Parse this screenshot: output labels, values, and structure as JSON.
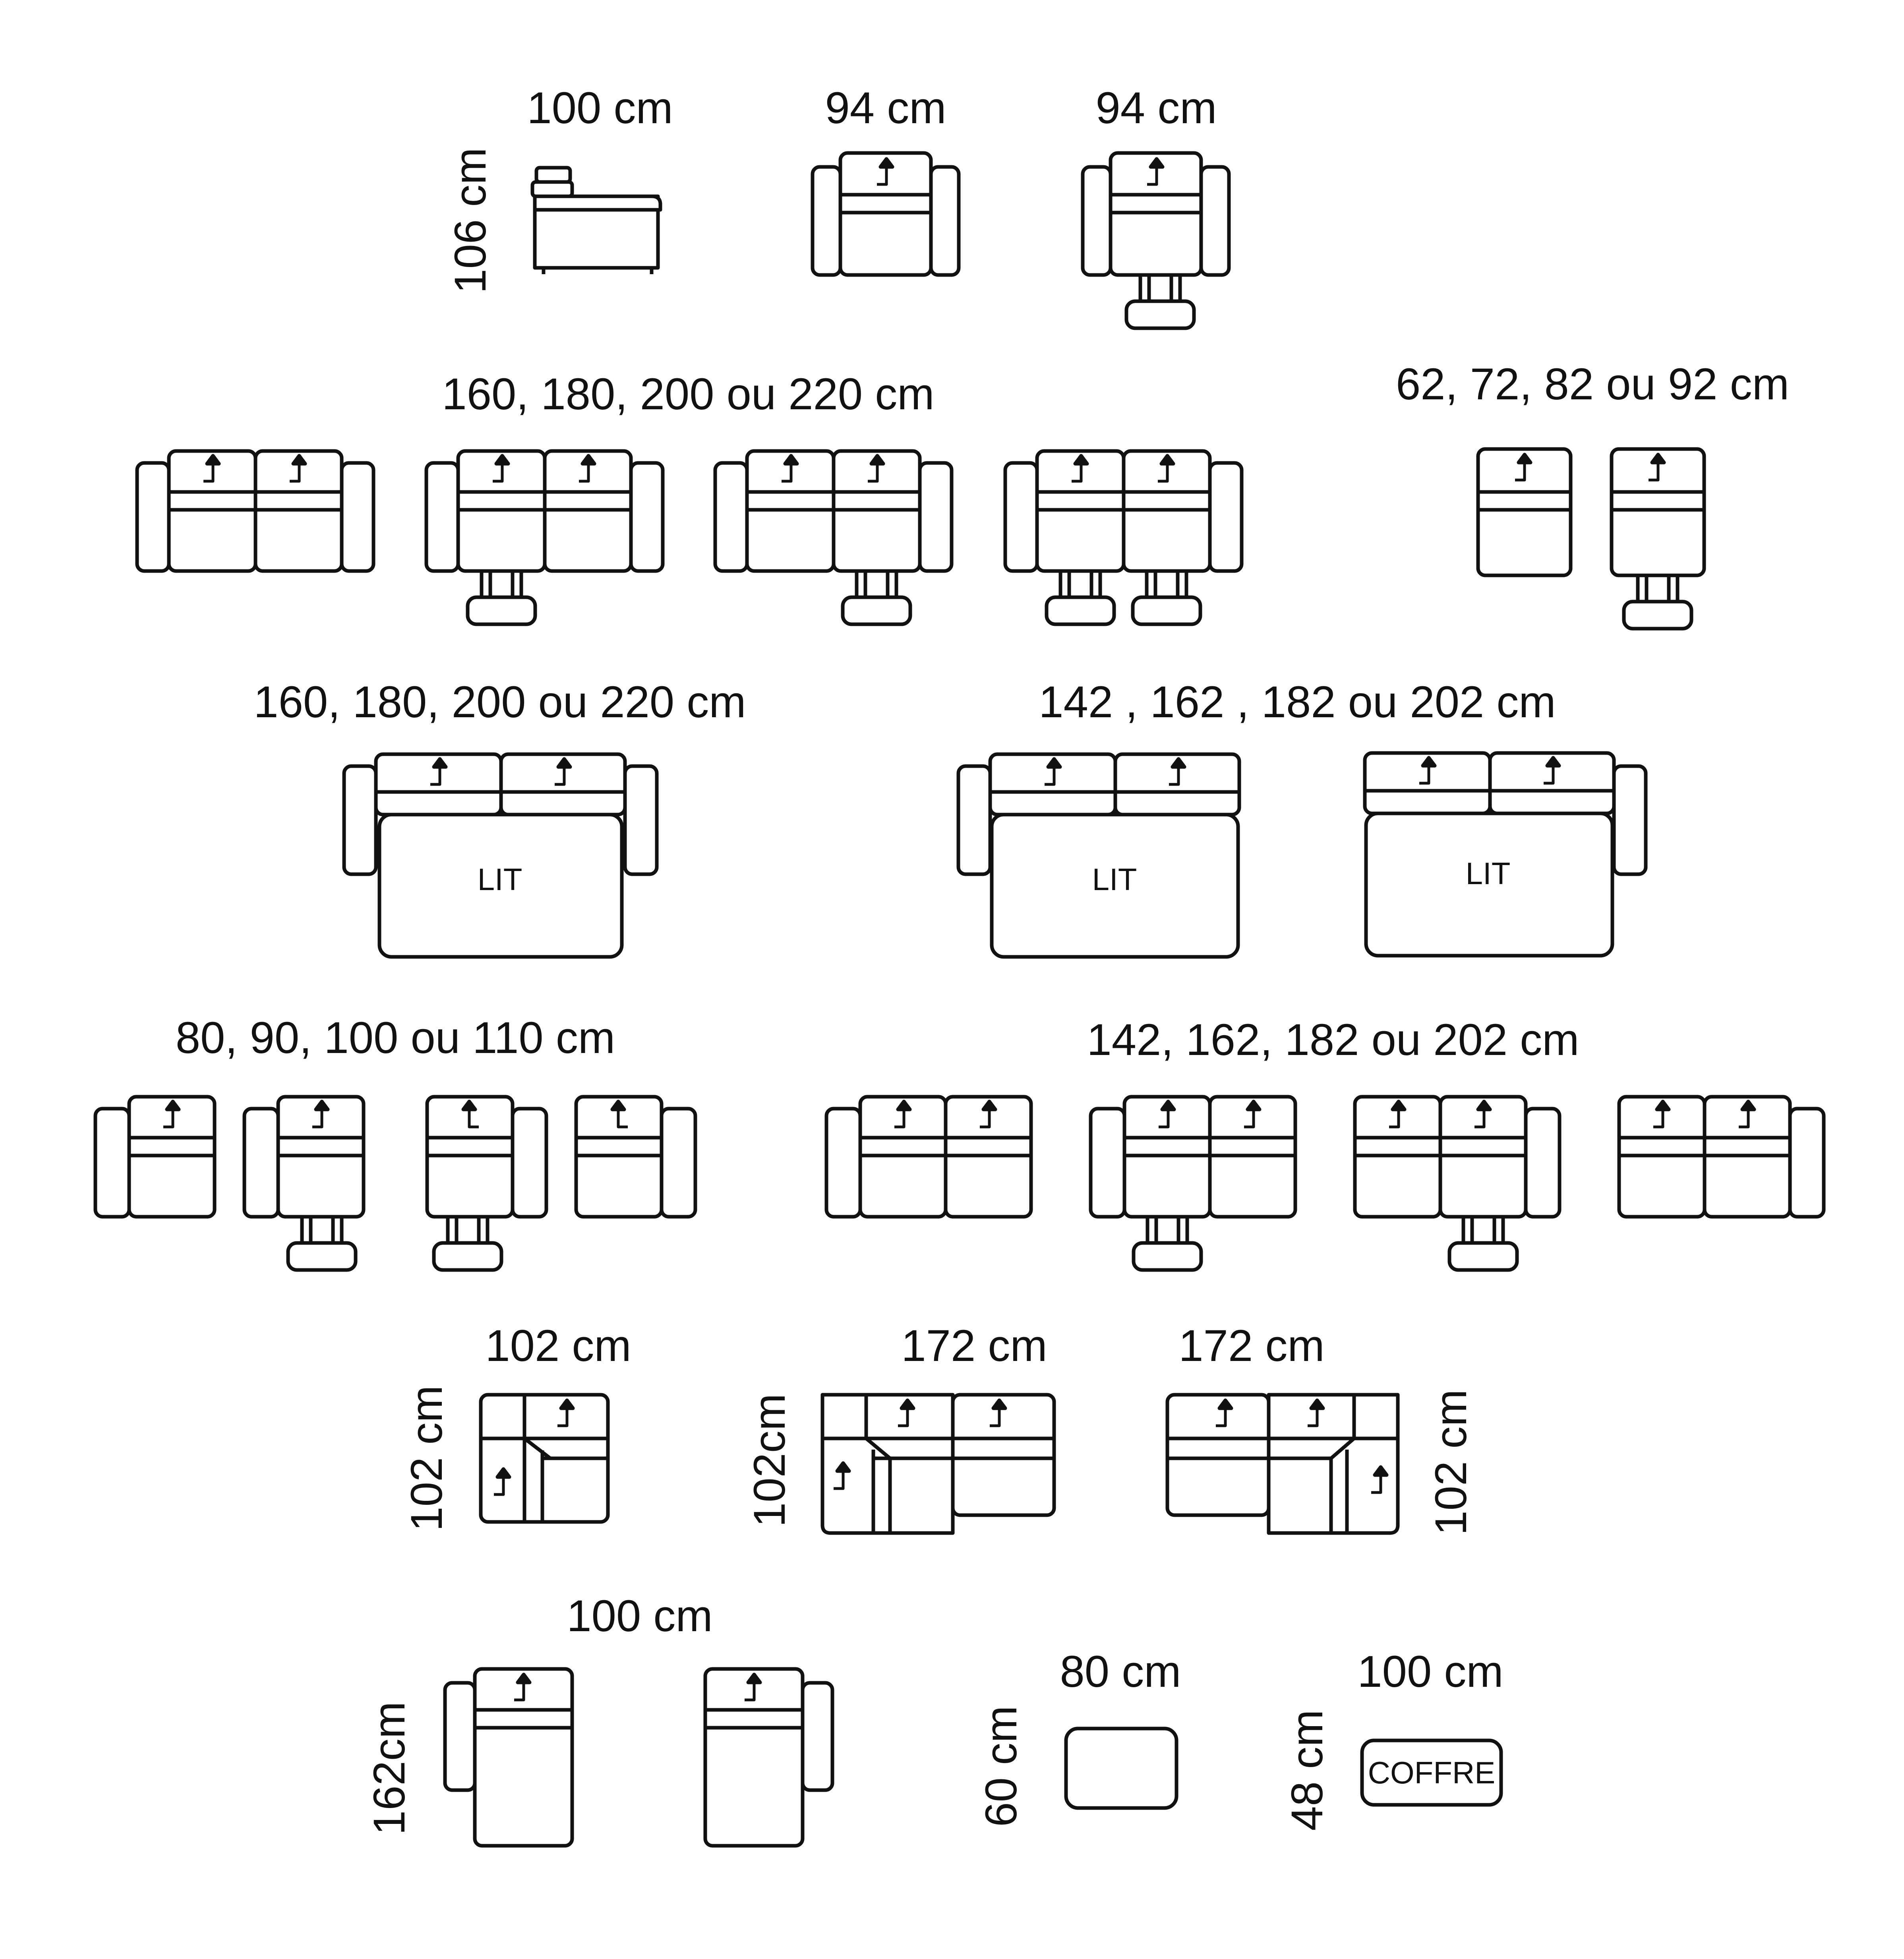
{
  "colors": {
    "ink": "#111111",
    "fill": "#ffffff",
    "background": "#ffffff"
  },
  "icons": {
    "recliner_arrow": "arrow-icon",
    "seat_module": "sofa-module-icon",
    "footrest": "footrest-icon",
    "bed": "sofa-bed-icon",
    "corner": "corner-module-icon",
    "pouf": "pouf-icon",
    "storage": "storage-chest-icon"
  },
  "labels": {
    "row1_side_width": "100 cm",
    "row1_side_height": "106 cm",
    "row1_armchair_width": "94 cm",
    "row1_relax_width": "94 cm",
    "row2_sofa_widths": "160, 180, 200 ou 220 cm",
    "row2_single_widths": "62, 72, 82 ou 92 cm",
    "row3_bed_widths": "160, 180, 200 ou 220 cm",
    "row3_half_bed_widths": "142 , 162 , 182 ou 202 cm",
    "row4_single_widths": "80, 90, 100 ou 110 cm",
    "row4_half_sofa_widths": "142, 162, 182 ou 202 cm",
    "row5_corner_width": "102 cm",
    "row5_corner_height": "102 cm",
    "row5_left_corner_width": "172 cm",
    "row5_left_corner_height": "102cm",
    "row5_right_corner_width": "172 cm",
    "row5_right_corner_height": "102 cm",
    "row6_chaise_width": "100 cm",
    "row6_chaise_height": "162cm",
    "row6_pouf_width": "80 cm",
    "row6_pouf_height": "60 cm",
    "row6_chest_width": "100 cm",
    "row6_chest_height": "48 cm"
  },
  "modules": {
    "bed_label_1": "LIT",
    "bed_label_2": "LIT",
    "bed_label_3": "LIT",
    "chest_label": "COFFRE"
  }
}
